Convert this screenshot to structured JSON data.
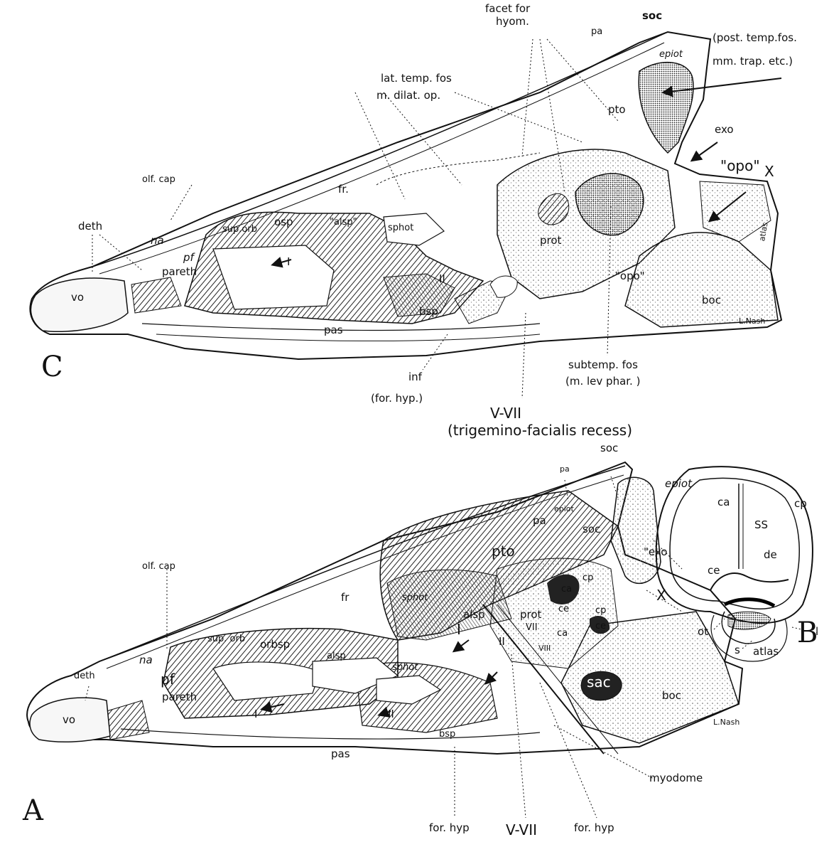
{
  "panels": {
    "C": "C",
    "A": "A",
    "B": "B"
  },
  "upper": {
    "facet": "facet for",
    "hyom": "hyom.",
    "pa": "pa",
    "soc": "soc",
    "epiot": "epiot",
    "post_temp": "(post. temp.fos.",
    "mm_trap": "mm. trap. etc.)",
    "lat_temp": "lat. temp. fos",
    "dilat": "m. dilat. op.",
    "pto": "pto",
    "exo": "exo",
    "opo_quote": "\"opo\"",
    "x": "X",
    "olf_cap": "olf. cap",
    "fr": "fr.",
    "deth": "deth",
    "sup_orb": "sup.orb",
    "na": "na",
    "pf": "pf",
    "osp": "osp",
    "alsp": "\"alsp\"",
    "sphot": "sphot",
    "prot": "prot",
    "atlas": "atlas",
    "vo": "vo",
    "pareth": "pareth",
    "nerve_i": "I",
    "nerve_ii": "II",
    "opo2": "\"opo\"",
    "boc": "boc",
    "bsp": "bsp",
    "pas": "pas",
    "lnash": "L.Nash",
    "inf": "inf",
    "for_hyp_paren": "(for. hyp.)",
    "subtemp": "subtemp. fos",
    "lev_phar": "(m. lev phar. )",
    "vvii": "V-VII",
    "trig": "(trigemino-facialis recess)"
  },
  "lower": {
    "soc": "soc",
    "pa": "pa",
    "epiot": "epiot",
    "pa2": "pa",
    "epiot2": "epiot",
    "soc2": "soc",
    "pto": "pto",
    "exo": "\"exo",
    "cp": "cp",
    "ca": "ca",
    "sphot": "sphot",
    "x": "X",
    "fr": "fr",
    "alsp": "alsp",
    "prot": "prot",
    "ce": "ce",
    "cp2": "cp",
    "ce2": "ce",
    "olf_cap": "olf. cap",
    "nerve_i": "I",
    "vii": "VII",
    "ca2": "ca",
    "nerve_ii": "II",
    "viii": "VIII",
    "deth": "deth",
    "sup_orb": "sup. orb",
    "orbsp": "orbsp",
    "alsp2": "alsp",
    "sphot2": "sphot",
    "na": "na",
    "pf": "pf",
    "pareth": "pareth",
    "sac": "sac",
    "boc": "boc",
    "vo": "vo",
    "nerve_i2": "I",
    "nerve_ii2": "II",
    "bsp": "bsp",
    "pas": "pas",
    "lnash": "L.Nash",
    "myodome": "myodome",
    "for_hyp1": "for. hyp",
    "vvii": "V-VII",
    "for_hyp2": "for. hyp",
    "atlas": "atlas"
  },
  "inset": {
    "ca": "ca",
    "cp": "cp",
    "ss": "SS",
    "de": "de",
    "ce": "ce",
    "ot": "ot",
    "l": "l",
    "s": "s"
  }
}
